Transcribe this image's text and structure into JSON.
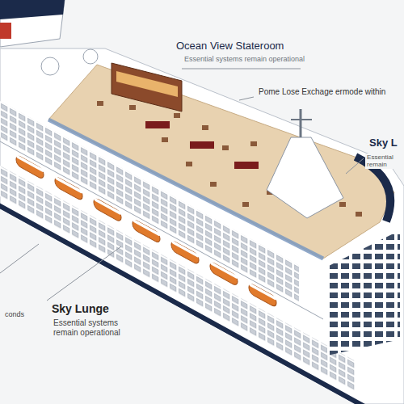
{
  "diagram": {
    "labels": [
      "Ocean View Stateroom",
      "Essential systems remain operational",
      "Pome Lose Exchage ermode within",
      "Sky L",
      "Essential remain",
      "Sky Lunge",
      "Essential systems remain operational",
      "conds"
    ]
  }
}
